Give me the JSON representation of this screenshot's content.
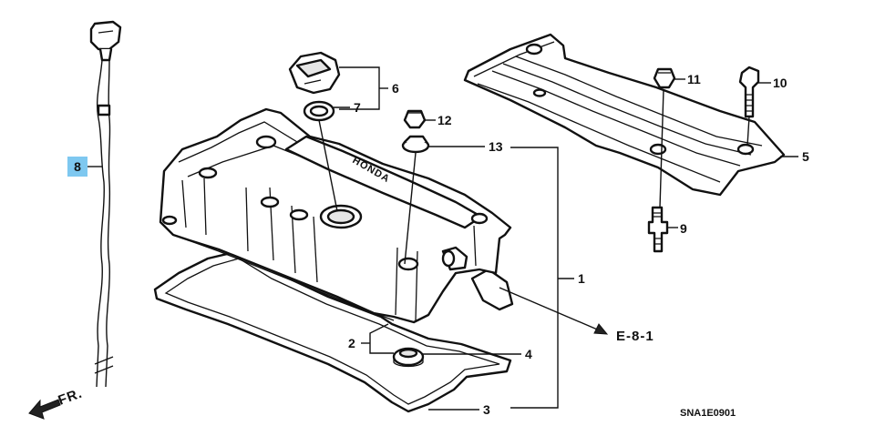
{
  "diagram": {
    "callouts": {
      "n1": "1",
      "n2": "2",
      "n3": "3",
      "n4": "4",
      "n5": "5",
      "n6": "6",
      "n7": "7",
      "n8": "8",
      "n9": "9",
      "n10": "10",
      "n11": "11",
      "n12": "12",
      "n13": "13"
    },
    "ref_tag": "E-8-1",
    "front_marker": "FR.",
    "cover_brand": "HONDA",
    "drawing_code": "SNA1E0901"
  },
  "colors": {
    "highlight": "#7ec8f0",
    "line": "#111111",
    "background": "#ffffff"
  }
}
